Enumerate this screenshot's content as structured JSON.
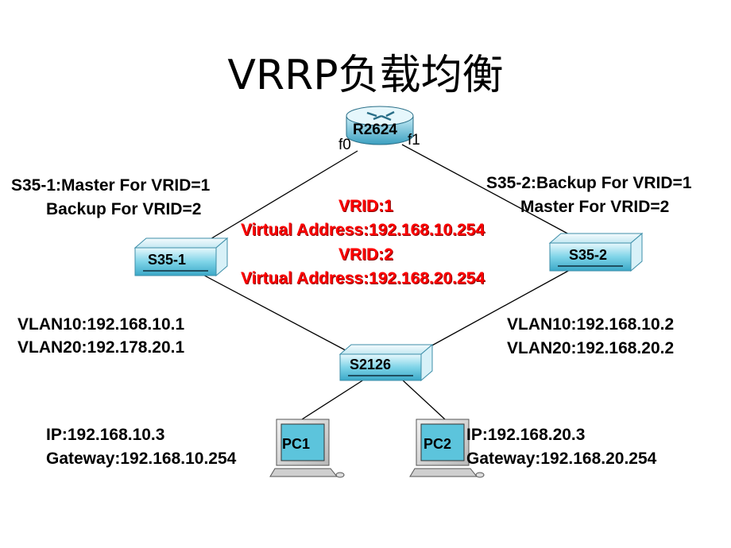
{
  "title": "VRRP负载均衡",
  "router": {
    "name": "R2624",
    "port_left": "f0",
    "port_right": "f1"
  },
  "switches": {
    "left": "S35-1",
    "right": "S35-2",
    "access": "S2126"
  },
  "pcs": {
    "left": "PC1",
    "right": "PC2"
  },
  "s35_1_role": {
    "line1": "S35-1:Master For VRID=1",
    "line2": "Backup For VRID=2"
  },
  "s35_2_role": {
    "line1": "S35-2:Backup For VRID=1",
    "line2": "Master For VRID=2"
  },
  "vrrp": {
    "vrid1": "VRID:1",
    "vaddr1": "Virtual  Address:192.168.10.254",
    "vrid2": "VRID:2",
    "vaddr2": "Virtual  Address:192.168.20.254"
  },
  "s35_1_vlans": {
    "vlan10": "VLAN10:192.168.10.1",
    "vlan20": "VLAN20:192.178.20.1"
  },
  "s35_2_vlans": {
    "vlan10": "VLAN10:192.168.10.2",
    "vlan20": "VLAN20:192.168.20.2"
  },
  "pc1_config": {
    "ip": "IP:192.168.10.3",
    "gateway": "Gateway:192.168.10.254"
  },
  "pc2_config": {
    "ip": "IP:192.168.20.3",
    "gateway": "Gateway:192.168.20.254"
  },
  "colors": {
    "annotation": "#ff0000",
    "device": "#5cc4dc",
    "link": "#000000"
  }
}
